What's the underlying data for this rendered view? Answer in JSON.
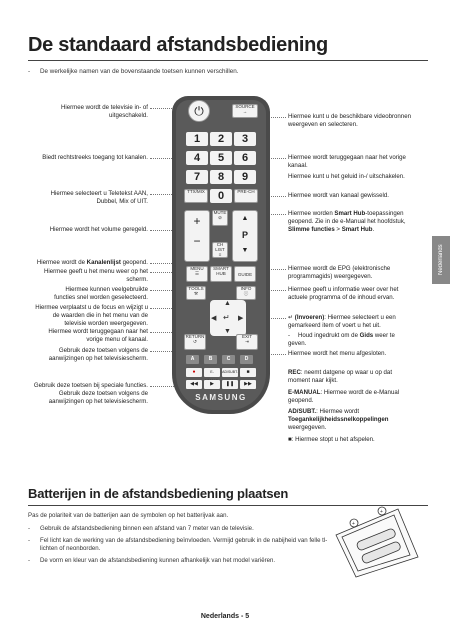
{
  "page": {
    "title": "De standaard afstandsbediening",
    "note": "De werkelijke namen van de bovenstaande toetsen kunnen verschillen.",
    "side_tab": "Nederlands",
    "footer": "Nederlands - 5"
  },
  "left_labels": [
    {
      "text": "Hiermee wordt de televisie in- of uitgeschakeld."
    },
    {
      "text": "Biedt rechtstreeks toegang tot kanalen."
    },
    {
      "text": "Hiermee selecteert u Teletekst AAN, Dubbel, Mix of UIT."
    },
    {
      "text": "Hiermee wordt het volume geregeld."
    },
    {
      "prefix": "Hiermee wordt de ",
      "bold": "Kanalenlijst",
      "suffix": " geopend."
    },
    {
      "text": "Hiermee geeft u het menu weer op het scherm."
    },
    {
      "text": "Hiermee kunnen veelgebruikte functies snel worden geselecteerd."
    },
    {
      "text": "Hiermee verplaatst u de focus en wijzigt u de waarden die in het menu van de televisie worden weergegeven."
    },
    {
      "text": "Hiermee wordt teruggegaan naar het vorige menu of kanaal."
    },
    {
      "text": "Gebruik deze toetsen volgens de aanwijzingen op het televisiescherm."
    },
    {
      "text": "Gebruik deze toetsen bij speciale functies. Gebruik deze toetsen volgens de aanwijzingen op het televisiescherm."
    }
  ],
  "right_labels": [
    {
      "text": "Hiermee kunt u de beschikbare videobronnen weergeven en selecteren."
    },
    {
      "text": "Hiermee wordt teruggegaan naar het vorige kanaal."
    },
    {
      "text": "Hiermee kunt u het geluid in-/ uitschakelen."
    },
    {
      "text": "Hiermee wordt van kanaal gewisseld."
    },
    {
      "prefix": "Hiermee worden ",
      "bold": "Smart Hub",
      "suffix": "-toepassingen geopend. Zie in de e-Manual het hoofdstuk, ",
      "bold2": "Slimme functies",
      "suffix2": " > ",
      "bold3": "Smart Hub",
      "suffix3": "."
    },
    {
      "text": "Hiermee wordt de EPG (elektronische programmagids) weergegeven."
    },
    {
      "text": "Hiermee geeft u informatie weer over het actuele programma of de inhoud ervan."
    },
    {
      "icon": "↵",
      "bold": " (Invoeren)",
      "suffix": ": Hiermee selecteert u een gemarkeerd item of voert u het uit."
    },
    {
      "prefix": "Houd ingedrukt om de ",
      "bold": "Gids",
      "suffix": " weer te geven."
    },
    {
      "text": "Hiermee wordt het menu afgesloten."
    },
    {
      "bold": "REC",
      "suffix": ": neemt datgene op waar u op dat moment naar kijkt."
    },
    {
      "bold": "E-MANUAL",
      "suffix": ": Hiermee wordt de e-Manual geopend."
    },
    {
      "bold": "AD/SUBT.",
      "suffix": ": Hiermee wordt ",
      "bold2": "Toegankelijkheidssnelkoppelingen",
      "suffix2": " weergegeven."
    },
    {
      "icon": "■",
      "suffix": ": Hiermee stopt u het afspelen."
    }
  ],
  "remote": {
    "source_label": "SOURCE",
    "digits": [
      "1",
      "2",
      "3",
      "4",
      "5",
      "6",
      "7",
      "8",
      "9",
      "0"
    ],
    "ttx_label": "TTX/MIX",
    "prech_label": "PRE-CH",
    "mute_label": "MUTE",
    "chlist_label": "CH LIST",
    "p_label": "P",
    "menu_label": "MENU",
    "smarthub_label": "SMART HUB",
    "guide_label": "GUIDE",
    "tools_label": "TOOLS",
    "info_label": "INFO",
    "return_label": "RETURN",
    "exit_label": "EXIT",
    "color_buttons": [
      "A",
      "B",
      "C",
      "D"
    ],
    "rec_label": "REC",
    "emanual_label": "E-MANUAL",
    "adsubt_label": "AD/SUBT.",
    "brand": "SAMSUNG"
  },
  "batteries": {
    "heading": "Batterijen in de afstandsbediening plaatsen",
    "intro": "Pas de polariteit van de batterijen aan de symbolen op het batterijvak aan.",
    "bullets": [
      "Gebruik de afstandsbediening binnen een afstand van 7 meter van de televisie.",
      "Fel licht kan de werking van de afstandsbediening beïnvloeden. Vermijd gebruik in de nabijheid van felle tl-lichten of neonborden.",
      "De vorm en kleur van de afstandsbediening kunnen afhankelijk van het model variëren."
    ]
  }
}
